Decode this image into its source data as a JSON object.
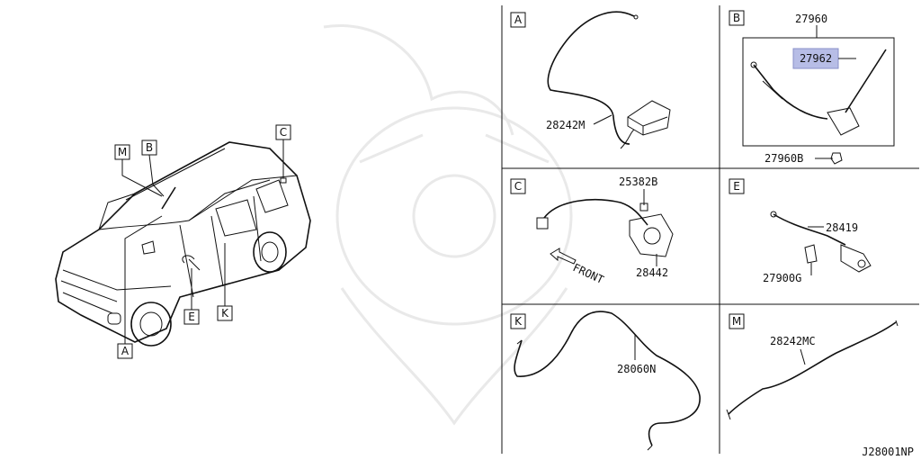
{
  "diagram_code": "J28001NP",
  "vehicle_callouts": [
    "M",
    "B",
    "C",
    "A",
    "E",
    "K"
  ],
  "panels": {
    "A": {
      "letter": "A",
      "parts": [
        "28242M"
      ]
    },
    "B": {
      "letter": "B",
      "parts": [
        "27960",
        "27962",
        "27960B"
      ],
      "highlighted_part": "27962",
      "highlight_color": "#b7bde6"
    },
    "C": {
      "letter": "C",
      "parts": [
        "25382B",
        "28442"
      ],
      "direction_label": "FRONT"
    },
    "E": {
      "letter": "E",
      "parts": [
        "28419",
        "27900G"
      ]
    },
    "K": {
      "letter": "K",
      "parts": [
        "28060N"
      ]
    },
    "M": {
      "letter": "M",
      "parts": [
        "28242MC"
      ]
    }
  }
}
